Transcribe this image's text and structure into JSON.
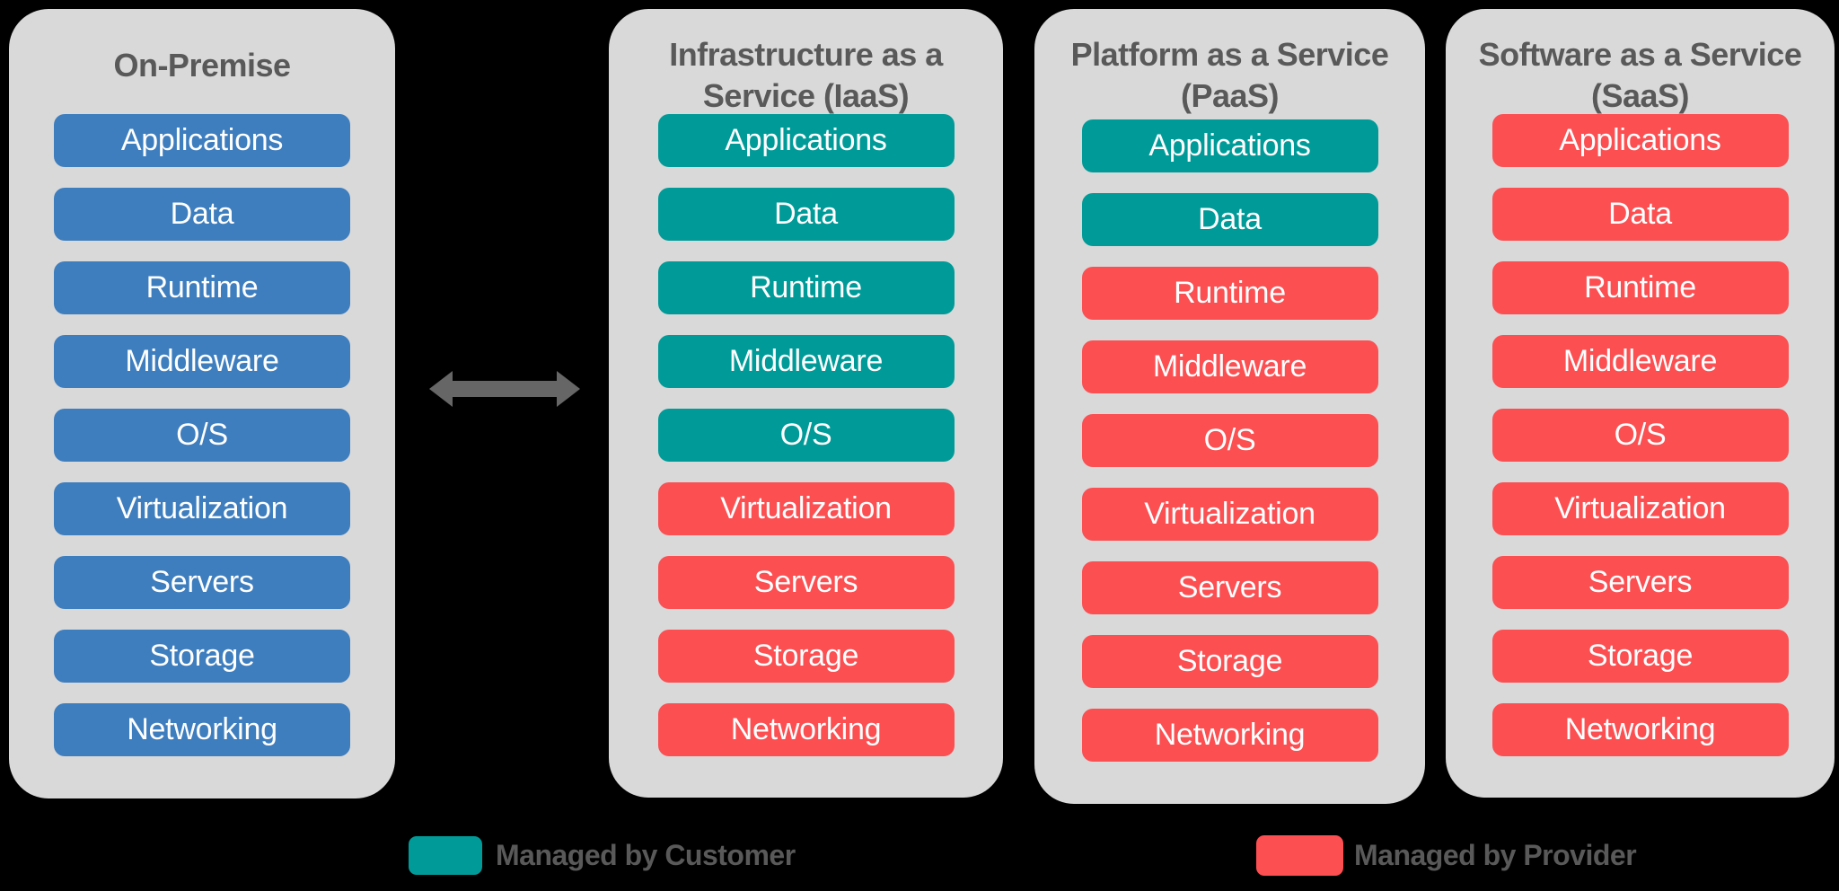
{
  "colors": {
    "background": "#000000",
    "card_bg": "#D9D9D9",
    "title_text": "#595959",
    "item_text": "#FFFFFF",
    "arrow": "#666666",
    "on_premise": "#3E7EBE",
    "customer": "#009B98",
    "provider": "#FC4F52"
  },
  "columns": [
    {
      "id": "on-premise",
      "title": "On-Premise",
      "title_lines": [
        "On-Premise"
      ],
      "items": [
        {
          "label": "Applications",
          "managed_by": "on_premise"
        },
        {
          "label": "Data",
          "managed_by": "on_premise"
        },
        {
          "label": "Runtime",
          "managed_by": "on_premise"
        },
        {
          "label": "Middleware",
          "managed_by": "on_premise"
        },
        {
          "label": "O/S",
          "managed_by": "on_premise"
        },
        {
          "label": "Virtualization",
          "managed_by": "on_premise"
        },
        {
          "label": "Servers",
          "managed_by": "on_premise"
        },
        {
          "label": "Storage",
          "managed_by": "on_premise"
        },
        {
          "label": "Networking",
          "managed_by": "on_premise"
        }
      ]
    },
    {
      "id": "iaas",
      "title": "Infrastructure as a Service (IaaS)",
      "title_lines": [
        "Infrastructure as a",
        "Service (IaaS)"
      ],
      "items": [
        {
          "label": "Applications",
          "managed_by": "customer"
        },
        {
          "label": "Data",
          "managed_by": "customer"
        },
        {
          "label": "Runtime",
          "managed_by": "customer"
        },
        {
          "label": "Middleware",
          "managed_by": "customer"
        },
        {
          "label": "O/S",
          "managed_by": "customer"
        },
        {
          "label": "Virtualization",
          "managed_by": "provider"
        },
        {
          "label": "Servers",
          "managed_by": "provider"
        },
        {
          "label": "Storage",
          "managed_by": "provider"
        },
        {
          "label": "Networking",
          "managed_by": "provider"
        }
      ]
    },
    {
      "id": "paas",
      "title": "Platform as a Service (PaaS)",
      "title_lines": [
        "Platform as a Service",
        "(PaaS)"
      ],
      "items": [
        {
          "label": "Applications",
          "managed_by": "customer"
        },
        {
          "label": "Data",
          "managed_by": "customer"
        },
        {
          "label": "Runtime",
          "managed_by": "provider"
        },
        {
          "label": "Middleware",
          "managed_by": "provider"
        },
        {
          "label": "O/S",
          "managed_by": "provider"
        },
        {
          "label": "Virtualization",
          "managed_by": "provider"
        },
        {
          "label": "Servers",
          "managed_by": "provider"
        },
        {
          "label": "Storage",
          "managed_by": "provider"
        },
        {
          "label": "Networking",
          "managed_by": "provider"
        }
      ]
    },
    {
      "id": "saas",
      "title": "Software as a Service (SaaS)",
      "title_lines": [
        "Software as a Service",
        "(SaaS)"
      ],
      "items": [
        {
          "label": "Applications",
          "managed_by": "provider"
        },
        {
          "label": "Data",
          "managed_by": "provider"
        },
        {
          "label": "Runtime",
          "managed_by": "provider"
        },
        {
          "label": "Middleware",
          "managed_by": "provider"
        },
        {
          "label": "O/S",
          "managed_by": "provider"
        },
        {
          "label": "Virtualization",
          "managed_by": "provider"
        },
        {
          "label": "Servers",
          "managed_by": "provider"
        },
        {
          "label": "Storage",
          "managed_by": "provider"
        },
        {
          "label": "Networking",
          "managed_by": "provider"
        }
      ]
    }
  ],
  "legend": [
    {
      "label": "Managed by Customer",
      "color_key": "customer"
    },
    {
      "label": "Managed by Provider",
      "color_key": "provider"
    }
  ]
}
